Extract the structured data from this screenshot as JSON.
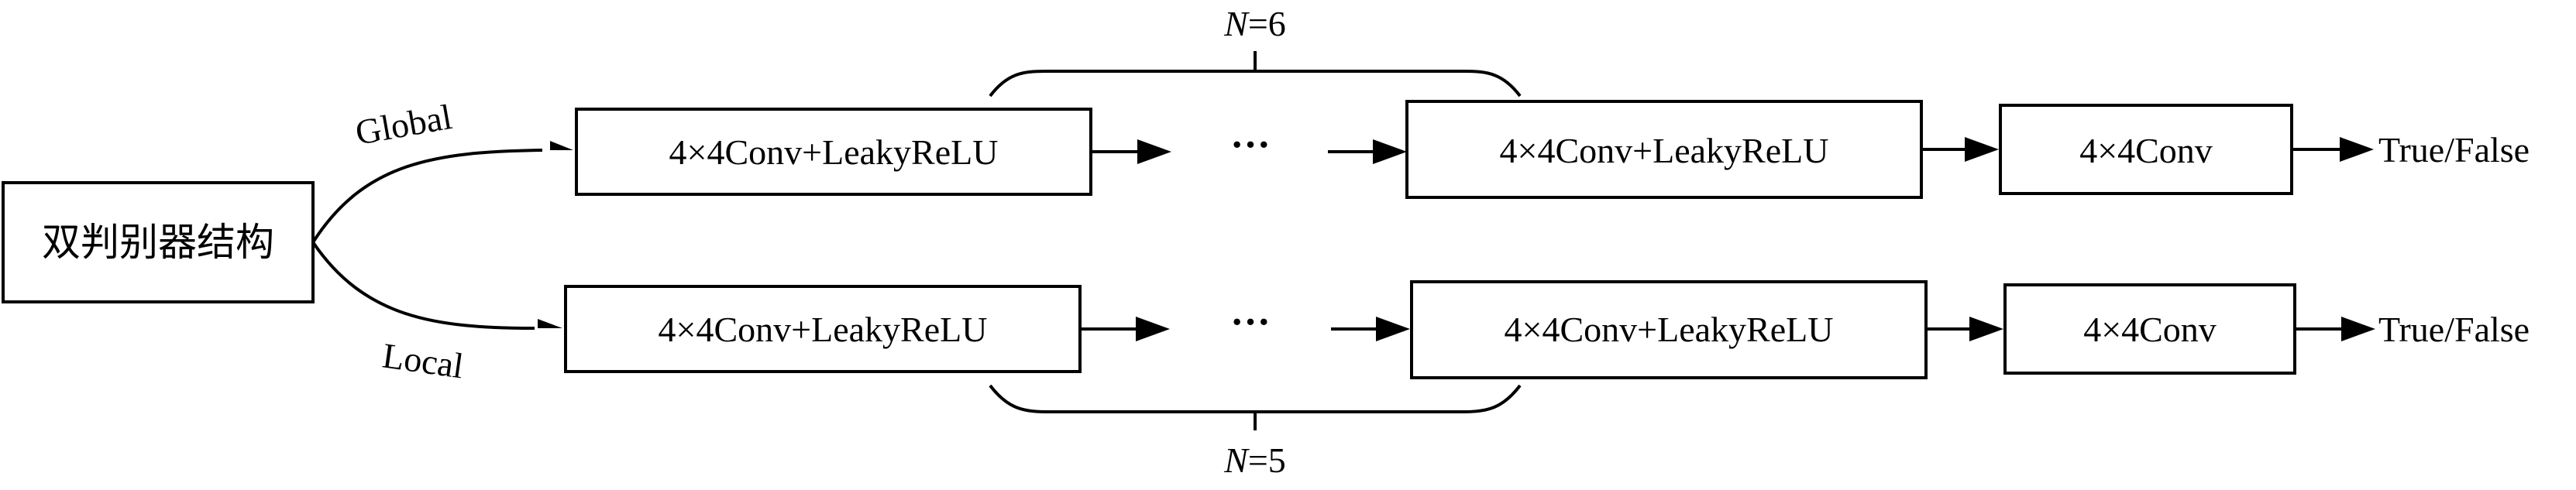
{
  "root": {
    "label": "双判别器结构"
  },
  "global_branch": {
    "label": "Global",
    "repeat_var": "N",
    "repeat_eq": "=6",
    "first_block": "4×4Conv+LeakyReLU",
    "ellipsis": "···",
    "last_block": "4×4Conv+LeakyReLU",
    "final_block": "4×4Conv",
    "output": "True/False"
  },
  "local_branch": {
    "label": "Local",
    "repeat_var": "N",
    "repeat_eq": "=5",
    "first_block": "4×4Conv+LeakyReLU",
    "ellipsis": "···",
    "last_block": "4×4Conv+LeakyReLU",
    "final_block": "4×4Conv",
    "output": "True/False"
  }
}
